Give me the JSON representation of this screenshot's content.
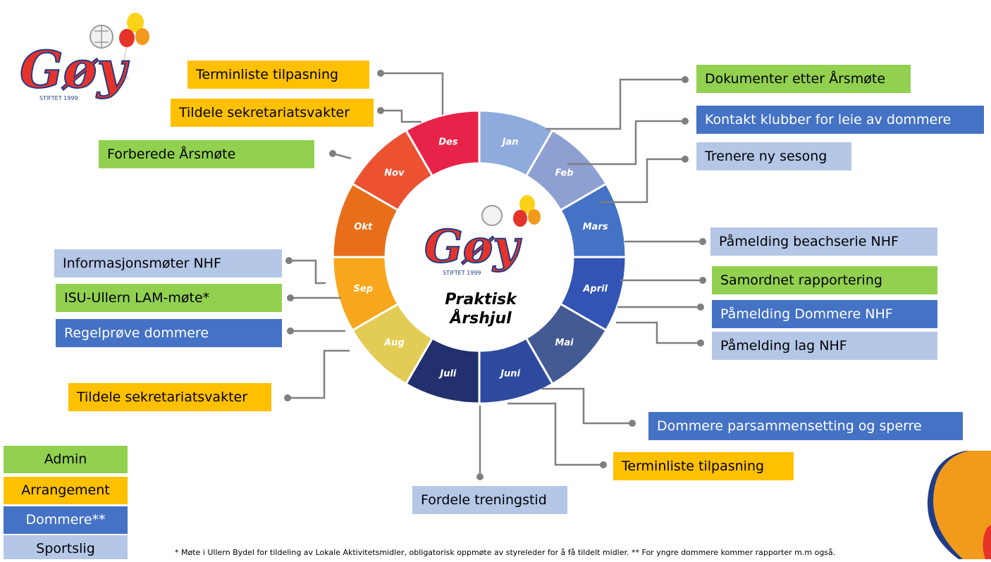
{
  "center": {
    "title_line1": "Praktisk",
    "title_line2": "Årshjul"
  },
  "logo": {
    "text": "Gøy",
    "subtitle": "STIFTET 1999"
  },
  "months": [
    {
      "name": "Jan",
      "color": "#8faadc"
    },
    {
      "name": "Feb",
      "color": "#8e9fd1"
    },
    {
      "name": "Mars",
      "color": "#4472c4"
    },
    {
      "name": "April",
      "color": "#3354b5"
    },
    {
      "name": "Mai",
      "color": "#445a92"
    },
    {
      "name": "Juni",
      "color": "#2e4a9e"
    },
    {
      "name": "Juli",
      "color": "#22306e"
    },
    {
      "name": "Aug",
      "color": "#e2cc55"
    },
    {
      "name": "Sep",
      "color": "#f8a71c"
    },
    {
      "name": "Okt",
      "color": "#e86e1a"
    },
    {
      "name": "Nov",
      "color": "#ec5232"
    },
    {
      "name": "Des",
      "color": "#e8234a"
    }
  ],
  "tasks": {
    "dokumenter": "Dokumenter etter Årsmøte",
    "kontakt": "Kontakt klubber for leie av dommere",
    "trenere": "Trenere ny sesong",
    "beachserie": "Påmelding beachserie NHF",
    "samordnet": "Samordnet rapportering",
    "pamelding_dommere": "Påmelding Dommere NHF",
    "pamelding_lag": "Påmelding lag NHF",
    "parsammensetting": "Dommere parsammensetting og sperre",
    "terminliste_jun": "Terminliste tilpasning",
    "fordele": "Fordele treningstid",
    "tildele_aug": "Tildele sekretariatsvakter",
    "regelprove": "Regelprøve dommere",
    "isu": "ISU-Ullern LAM-møte*",
    "informasjon": "Informasjonsmøter NHF",
    "forberede": "Forberede Årsmøte",
    "tildele_des": "Tildele sekretariatsvakter",
    "terminliste_des": "Terminliste tilpasning"
  },
  "legend": {
    "admin": "Admin",
    "arrangement": "Arrangement",
    "dommere": "Dommere**",
    "sportslig": "Sportslig"
  },
  "colors": {
    "admin": "#92d050",
    "arrangement": "#ffc000",
    "dommere": "#4472c4",
    "sportslig": "#b4c7e7",
    "connector": "#7f7f7f"
  },
  "footnote": "* Møte i Ullern Bydel for tildeling av Lokale Aktivitetsmidler, obligatorisk oppmøte av styreleder for å få tildelt midler. ** For yngre dommere kommer rapporter m.m også."
}
